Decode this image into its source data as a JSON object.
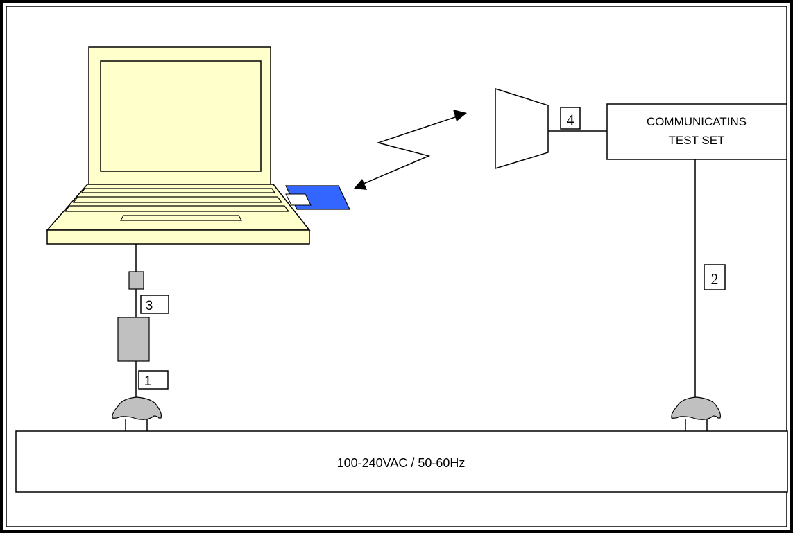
{
  "labels": {
    "test_set_line1": "COMMUNICATINS",
    "test_set_line2": "TEST SET",
    "power_supply": "100-240VAC / 50-60Hz",
    "cable_1": "1",
    "cable_2": "2",
    "cable_3": "3",
    "cable_4": "4"
  },
  "colors": {
    "laptop_fill": "#ffffcc",
    "pc_card": "#3366ff",
    "adapter_fill": "#c0c0c0",
    "outlet_fill": "#c0c0c0",
    "line": "#000000"
  }
}
